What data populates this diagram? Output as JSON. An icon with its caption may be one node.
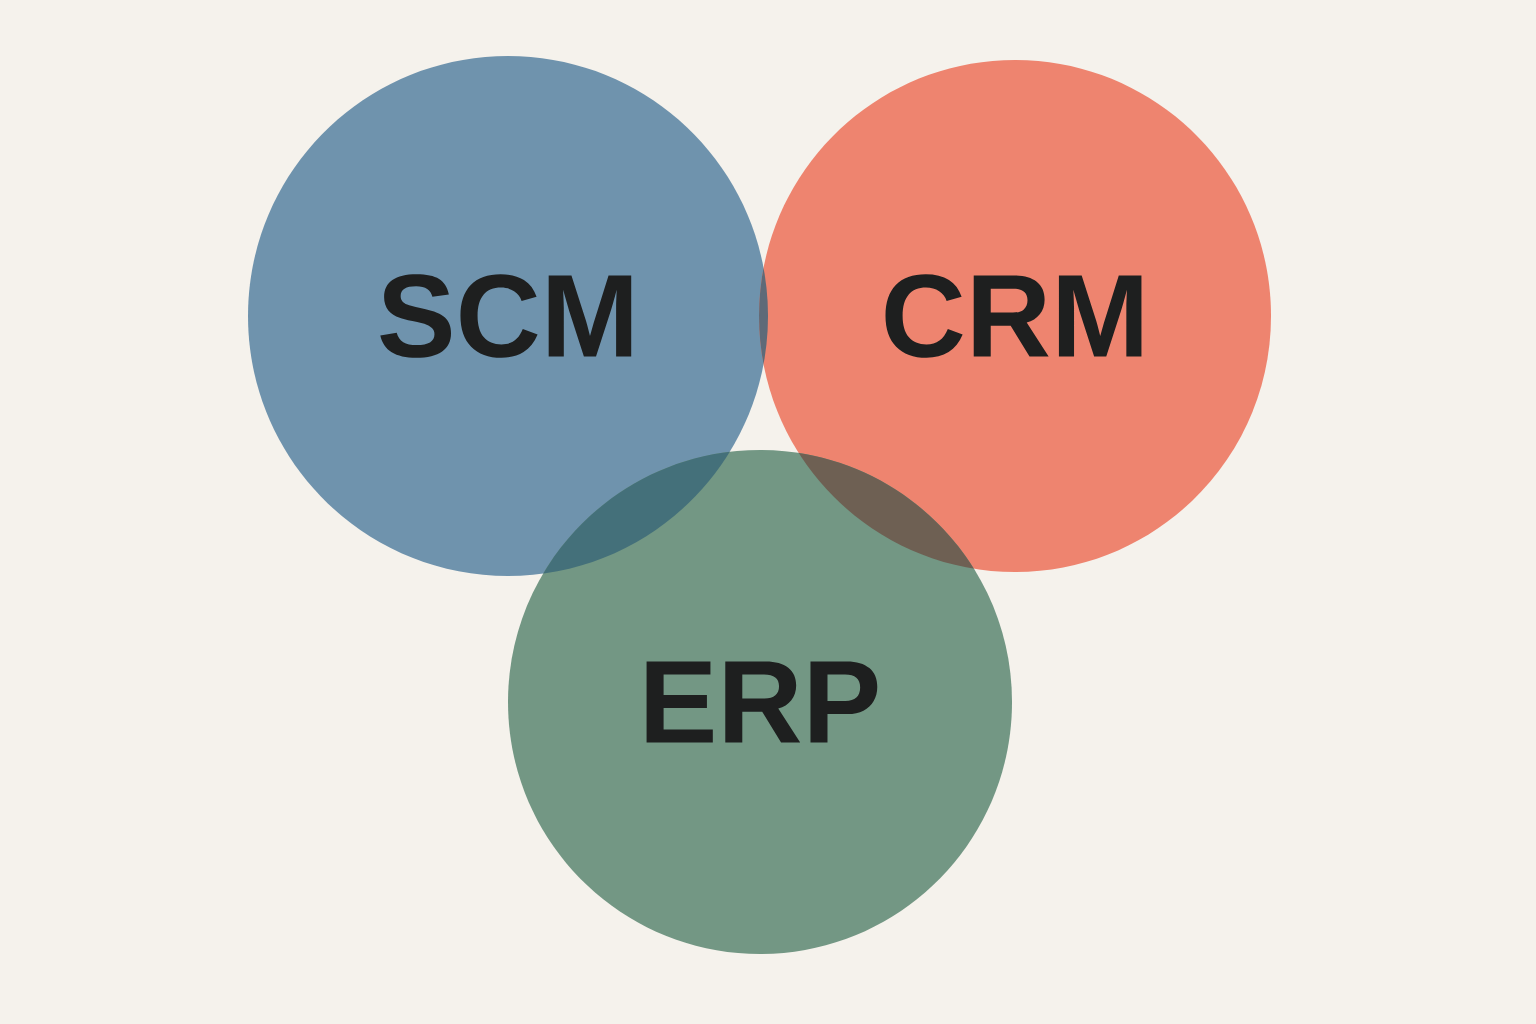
{
  "diagram": {
    "nodes": [
      {
        "text": [
          "SCM"
        ]
      },
      {
        "text": [
          "CRM"
        ]
      },
      {
        "text": [
          "ERP"
        ]
      }
    ]
  }
}
